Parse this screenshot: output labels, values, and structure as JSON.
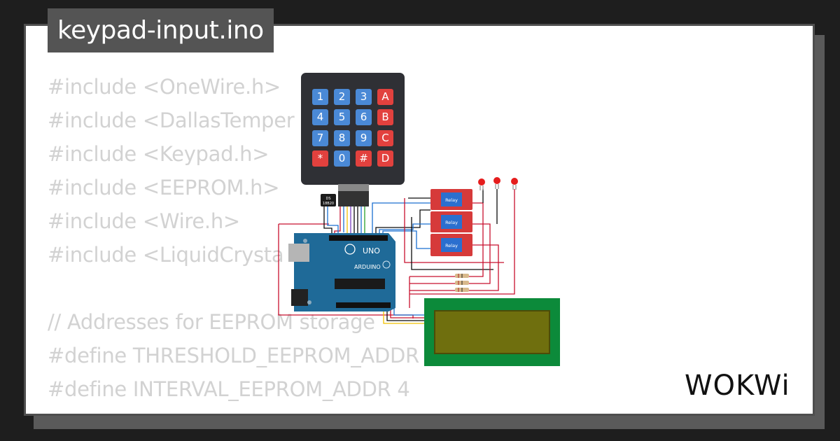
{
  "file": {
    "name": "keypad-input.ino"
  },
  "code_lines": [
    "#include <OneWire.h>",
    "#include <DallasTemper",
    "#include <Keypad.h>",
    "#include <EEPROM.h>",
    "#include <Wire.h>",
    "#include <LiquidCrysta",
    "",
    "// Addresses for EEPROM storage",
    "#define THRESHOLD_EEPROM_ADDR",
    "#define INTERVAL_EEPROM_ADDR 4"
  ],
  "keypad": {
    "keys": [
      "1",
      "2",
      "3",
      "A",
      "4",
      "5",
      "6",
      "B",
      "7",
      "8",
      "9",
      "C",
      "*",
      "0",
      "#",
      "D"
    ]
  },
  "sensor": {
    "label_line1": "DS",
    "label_line2": "18B20"
  },
  "relays": [
    {
      "label": "Relay"
    },
    {
      "label": "Relay"
    },
    {
      "label": "Relay"
    }
  ],
  "arduino": {
    "model": "UNO",
    "brand": "ARDUINO"
  },
  "brand": {
    "logo_text": "WOKWi"
  },
  "colors": {
    "background": "#1e1e1e",
    "card": "#ffffff",
    "title_bg": "#545454",
    "code_text": "#d2d2d2",
    "relay_red": "#d63a3a",
    "lcd_green": "#0c8a3a",
    "arduino_blue": "#1f6a98"
  }
}
